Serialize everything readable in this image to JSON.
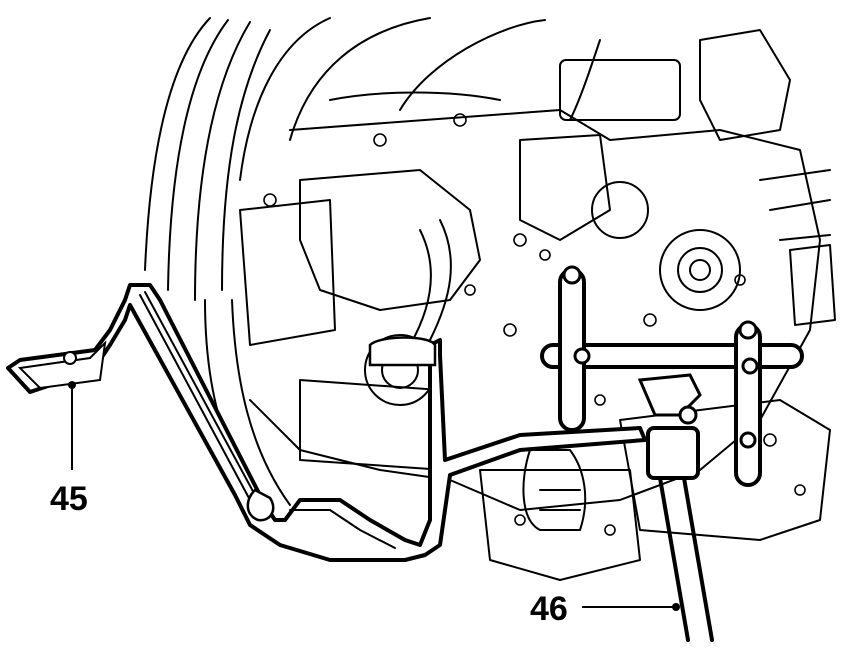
{
  "diagram": {
    "callouts": [
      {
        "id": "45",
        "label": "45"
      },
      {
        "id": "46",
        "label": "46"
      }
    ],
    "colors": {
      "ink": "#000000",
      "background": "#ffffff"
    }
  }
}
